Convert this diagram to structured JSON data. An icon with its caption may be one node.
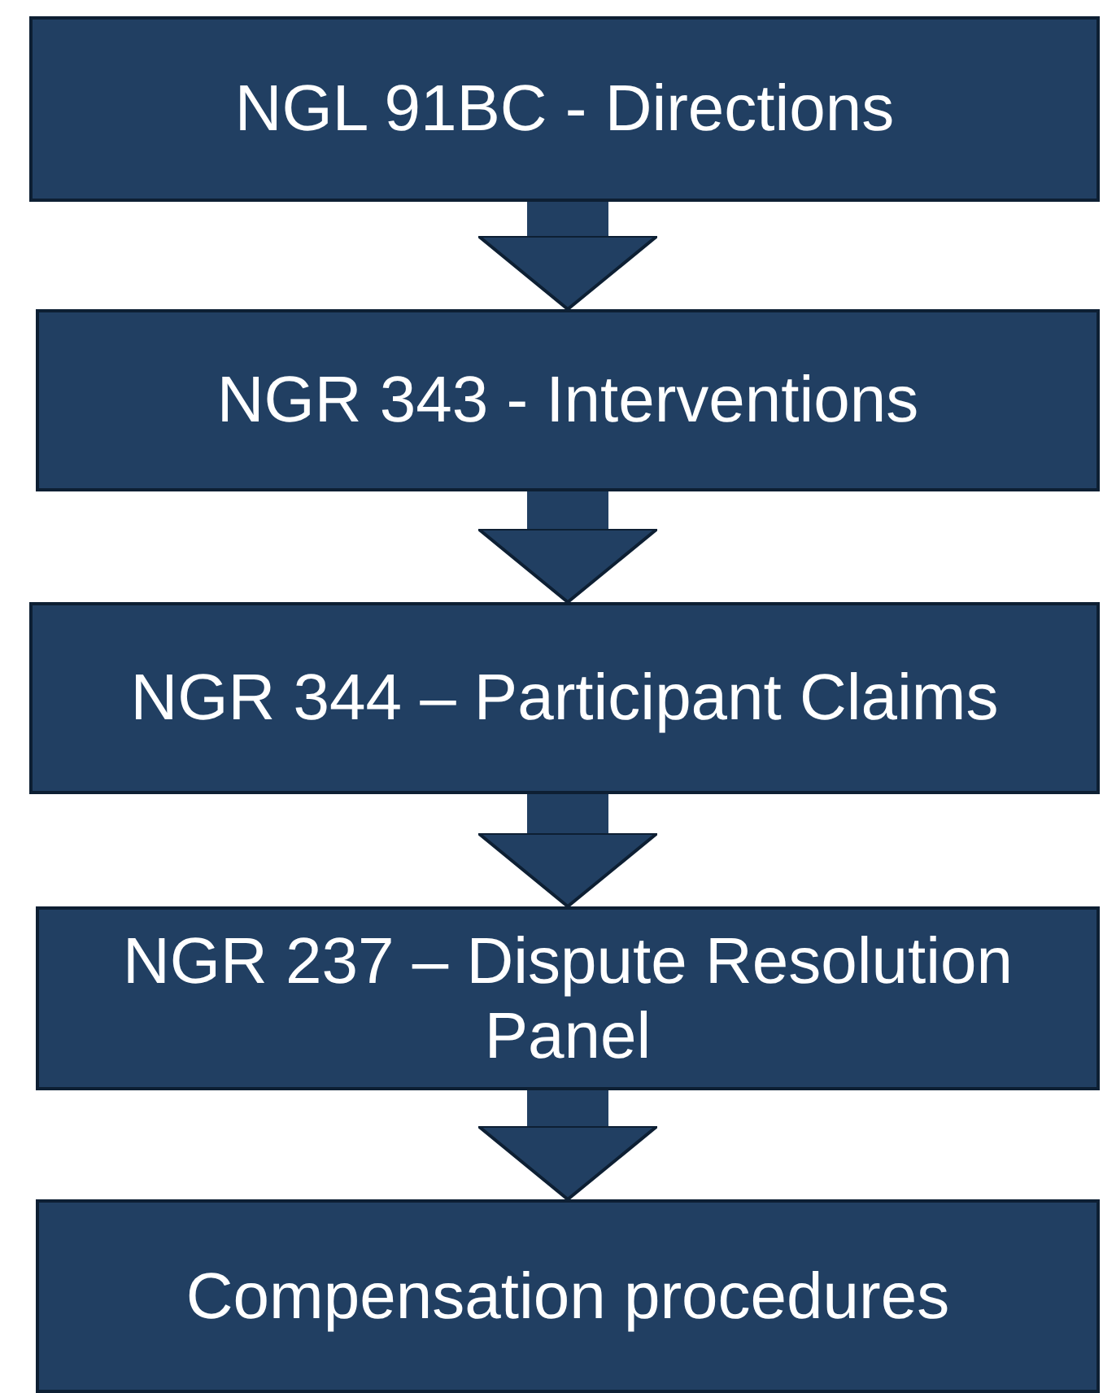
{
  "diagram": {
    "nodes": [
      {
        "text": [
          "NGL 91BC - Directions"
        ]
      },
      {
        "text": [
          "NGR 343 - Interventions"
        ]
      },
      {
        "text": [
          "NGR 344 – Participant Claims"
        ]
      },
      {
        "text": [
          "NGR 237 – Dispute Resolution Panel"
        ]
      },
      {
        "text": [
          "Compensation procedures"
        ]
      }
    ],
    "edges": [
      {
        "from": 0,
        "to": 1,
        "arrow": "to"
      },
      {
        "from": 1,
        "to": 2,
        "arrow": "to"
      },
      {
        "from": 2,
        "to": 3,
        "arrow": "to"
      },
      {
        "from": 3,
        "to": 4,
        "arrow": "to"
      }
    ]
  }
}
